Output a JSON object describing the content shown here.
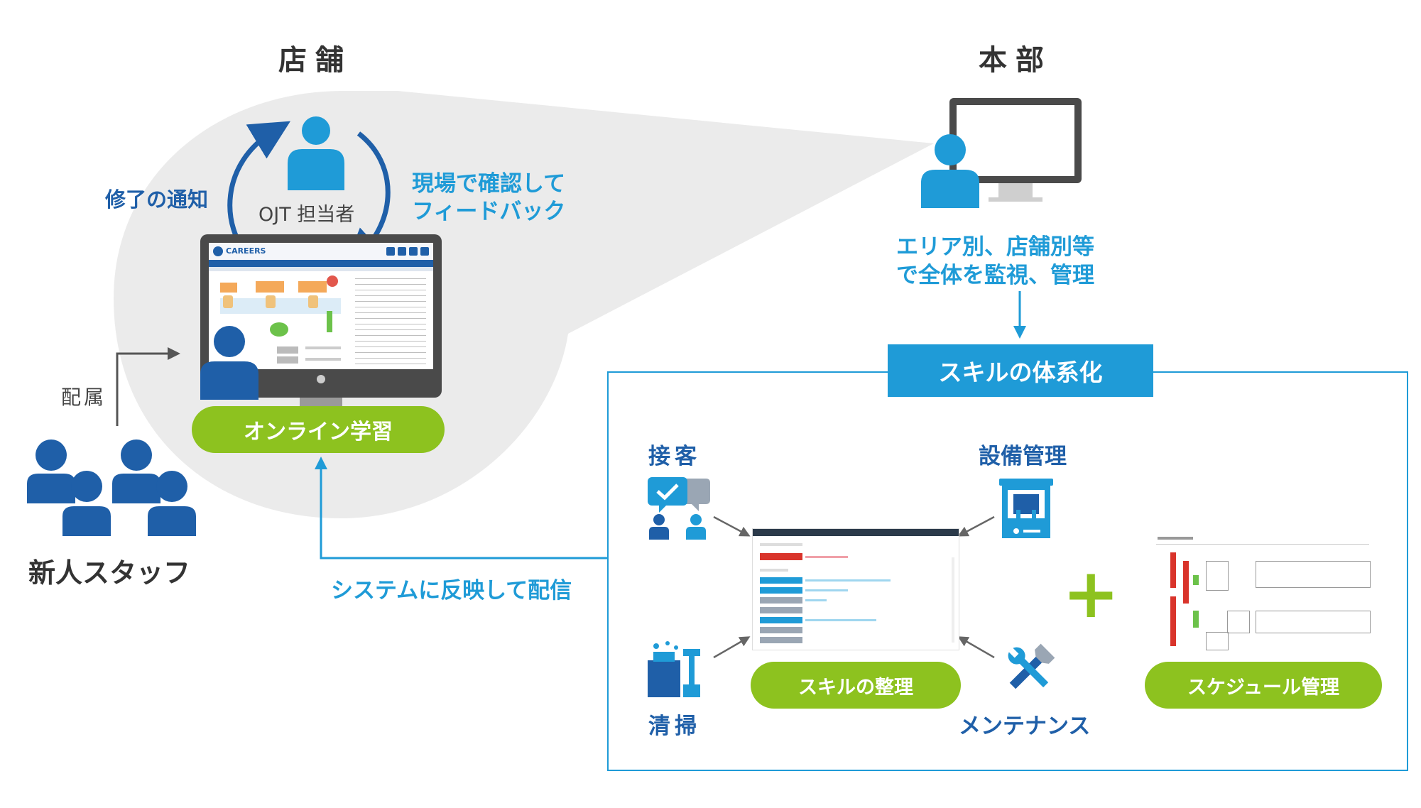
{
  "sections": {
    "store": "店舗",
    "hq": "本部"
  },
  "store": {
    "ojt_label": "OJT 担当者",
    "notify_label": "修了の通知",
    "feedback_line1": "現場で確認して",
    "feedback_line2": "フィードバック",
    "online_learning": "オンライン学習",
    "assign_label": "配属",
    "new_staff": "新人スタッフ",
    "screen_logo": "CAREERS"
  },
  "hq": {
    "monitor_line1": "エリア別、店舗別等",
    "monitor_line2": "で全体を監視、管理",
    "systematize": "スキルの体系化",
    "deliver": "システムに反映して配信"
  },
  "skills": {
    "customer_service": "接客",
    "equipment": "設備管理",
    "cleaning": "清掃",
    "maintenance": "メンテナンス",
    "organize": "スキルの整理",
    "schedule": "スケジュール管理",
    "plus": "+"
  },
  "colors": {
    "dark_blue": "#1f5fa8",
    "light_blue": "#1f9bd7",
    "green": "#8dc21f",
    "gray_bg": "#ebebeb",
    "monitor": "#4a4a4a"
  },
  "icons": [
    "person-icon",
    "monitor-icon",
    "cycle-arrow-icon",
    "chat-check-icon",
    "equipment-icon",
    "cleaning-icon",
    "tools-icon"
  ]
}
